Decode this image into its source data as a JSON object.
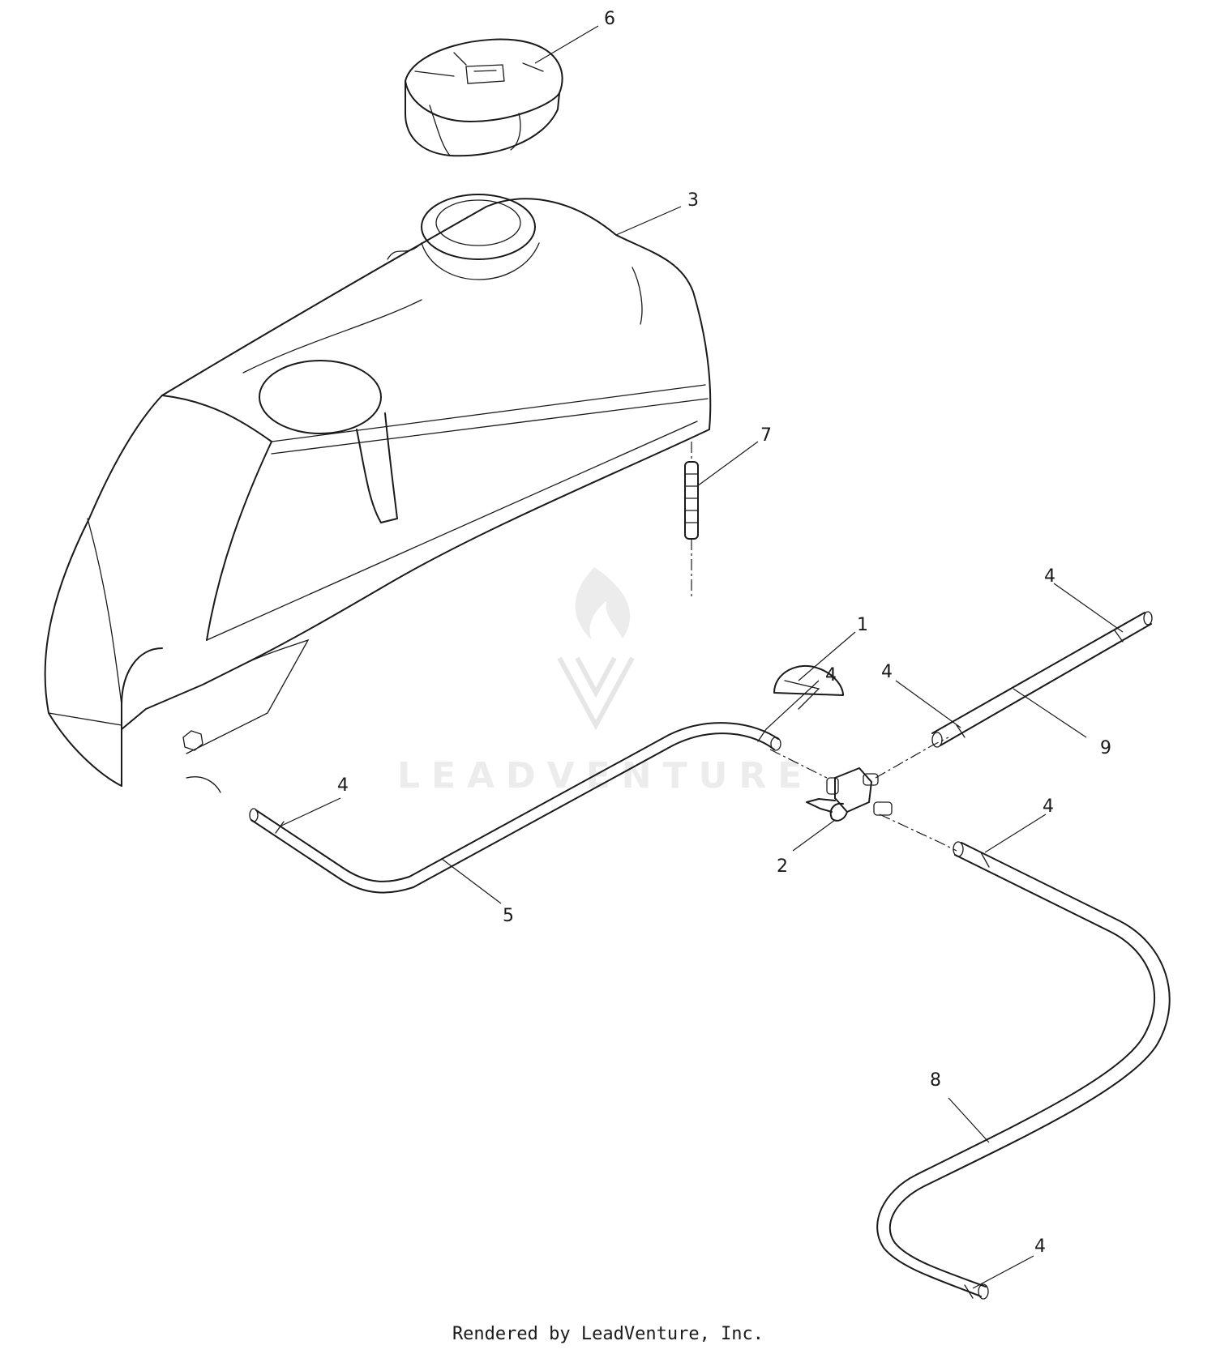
{
  "diagram": {
    "callouts": [
      "6",
      "3",
      "7",
      "1",
      "4",
      "4",
      "4",
      "4",
      "4",
      "4",
      "9",
      "2",
      "5",
      "8"
    ],
    "watermark_text": "LEADVENTURE"
  },
  "footer": {
    "text": "Rendered by LeadVenture, Inc."
  }
}
